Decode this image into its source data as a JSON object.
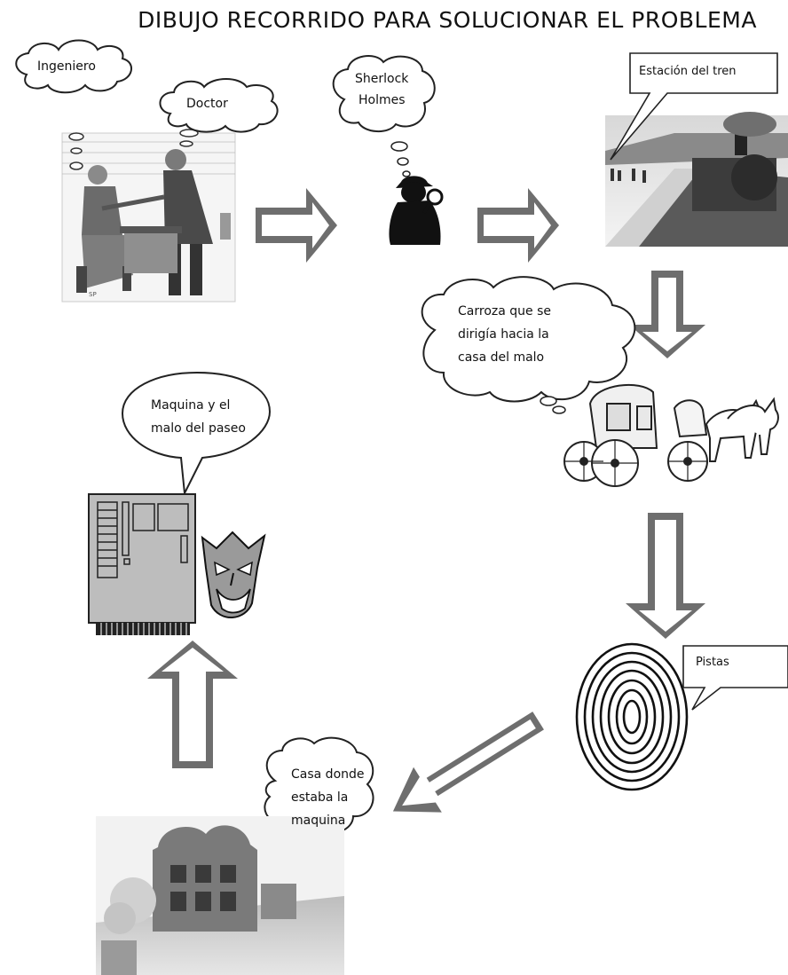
{
  "title": "DIBUJO RECORRIDO PARA SOLUCIONAR EL PROBLEMA",
  "bubbles": {
    "ingeniero": "Ingeniero",
    "doctor": "Doctor",
    "sherlock_line1": "Sherlock",
    "sherlock_line2": "Holmes",
    "estacion": "Estación del tren",
    "carroza_line1": "Carroza que se",
    "carroza_line2": "dirigía hacia la",
    "carroza_line3": "casa del malo",
    "maquina_line1": "Maquina y el",
    "maquina_line2": "malo del paseo",
    "pistas": "Pistas",
    "casa_line1": "Casa donde",
    "casa_line2": "estaba la",
    "casa_line3": "maquina"
  },
  "flow": [
    "ingeniero-doctor",
    "sherlock-holmes",
    "estacion-del-tren",
    "carroza",
    "pistas",
    "casa",
    "maquina"
  ],
  "colors": {
    "arrow_outline": "#6e6e6e",
    "arrow_fill": "#ffffff",
    "machine_fill": "#bdbdbd"
  }
}
